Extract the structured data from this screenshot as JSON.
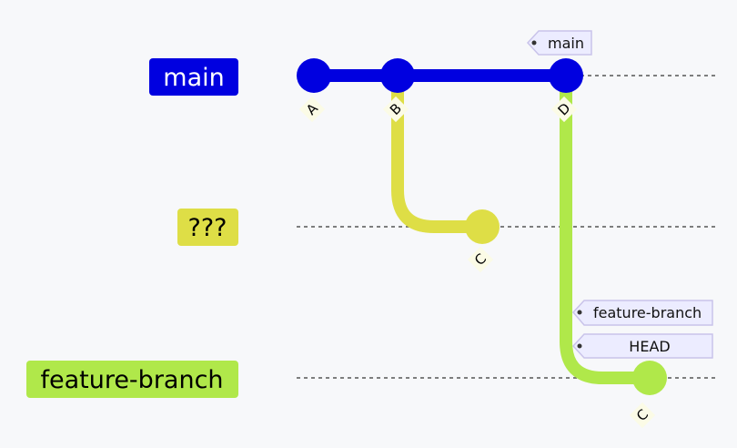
{
  "branches": {
    "main": {
      "label": "main",
      "color": "#0000e0",
      "text_color": "#ffffff"
    },
    "unknown": {
      "label": "???",
      "color": "#dede46",
      "text_color": "#000000"
    },
    "feature": {
      "label": "feature-branch",
      "color": "#b0e84a",
      "text_color": "#000000"
    }
  },
  "commits": {
    "A": "A",
    "B": "B",
    "C1": "C",
    "D": "D",
    "C2": "C"
  },
  "tags": {
    "main": "main",
    "feature": "feature-branch",
    "head": "HEAD"
  },
  "colors": {
    "background": "#f7f8fa",
    "tag_fill": "#ececff",
    "tag_stroke": "#c9c3ea",
    "lane_line": "#555555",
    "commit_label_bg": "#fbfbe6"
  }
}
